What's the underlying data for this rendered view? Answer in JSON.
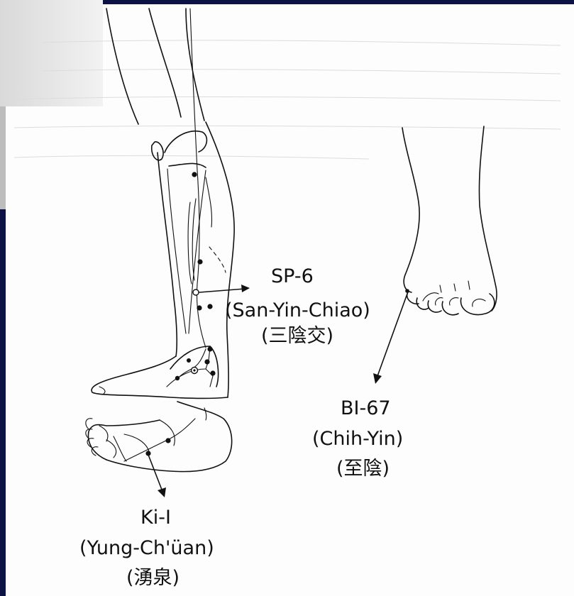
{
  "points": {
    "sp6": {
      "code": "SP-6",
      "pinyin": "(San-Yin-Chiao)",
      "chinese": "(三陰交)"
    },
    "bl67": {
      "code": "BI-67",
      "pinyin": "(Chih-Yin)",
      "chinese": "(至陰)"
    },
    "ki1": {
      "code": "Ki-I",
      "pinyin": "(Yung-Ch'üan)",
      "chinese": "(湧泉)"
    }
  }
}
